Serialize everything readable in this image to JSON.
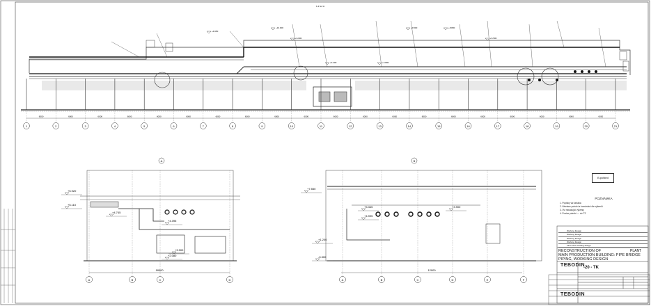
{
  "drawing": {
    "section_top": "1-1 řez A",
    "section_a": "A",
    "section_b": "B",
    "stamp": "B.pohled",
    "legend_title": "POZNÁMKA",
    "legend_lines": [
      "1. Popisky viz tabulka",
      "2. Nivelace potrubí a konstrukcí dle výkresů",
      "3. Viz navazující výkresy",
      "4. Pozice potrubí — viz TZ"
    ],
    "revisions": [
      "Working Design",
      "Working Design",
      "Working Design",
      "Working Design",
      "First issue working design"
    ],
    "title_lines": [
      "RECONSTRUCTION OF",
      "MAIN PRODUCTION BUILDING: PIPE BRIDGE",
      "PIPING, WORKING DESIGN"
    ],
    "plant": "PLANT",
    "sheet_code": "-20 - TK",
    "logo": "TEBODIN",
    "logo_bottom": "TEBODIN"
  },
  "levels_top": [
    "+10.000",
    "+9.500",
    "+8.800",
    "+6.000",
    "+5.500",
    "+4.650",
    "+4.200",
    "+3.800"
  ],
  "levels_a": [
    "+5.920",
    "+5.110",
    "+4.745",
    "+4.395",
    "+3.900",
    "+2.080"
  ],
  "levels_b": [
    "+7.550",
    "+5.345",
    "+4.995",
    "+3.900",
    "+1.200",
    "-0.300"
  ],
  "axes_top": [
    "1",
    "2",
    "3",
    "4",
    "5",
    "6",
    "7",
    "8",
    "9",
    "10",
    "11",
    "12",
    "13",
    "14",
    "15",
    "16",
    "17",
    "18",
    "19",
    "20",
    "21"
  ],
  "axes_a": [
    "A",
    "B",
    "C",
    "D"
  ],
  "axes_b": [
    "A",
    "B",
    "C",
    "D",
    "E",
    "F"
  ],
  "dims_top": [
    "6000",
    "6000",
    "6000",
    "6000",
    "6000",
    "6000",
    "6000",
    "6000",
    "6000",
    "6000",
    "6000",
    "6000",
    "6000",
    "6000",
    "6000",
    "6000",
    "6000",
    "6000",
    "6000",
    "6000"
  ],
  "dim_a": "18000",
  "dim_b": "12000"
}
